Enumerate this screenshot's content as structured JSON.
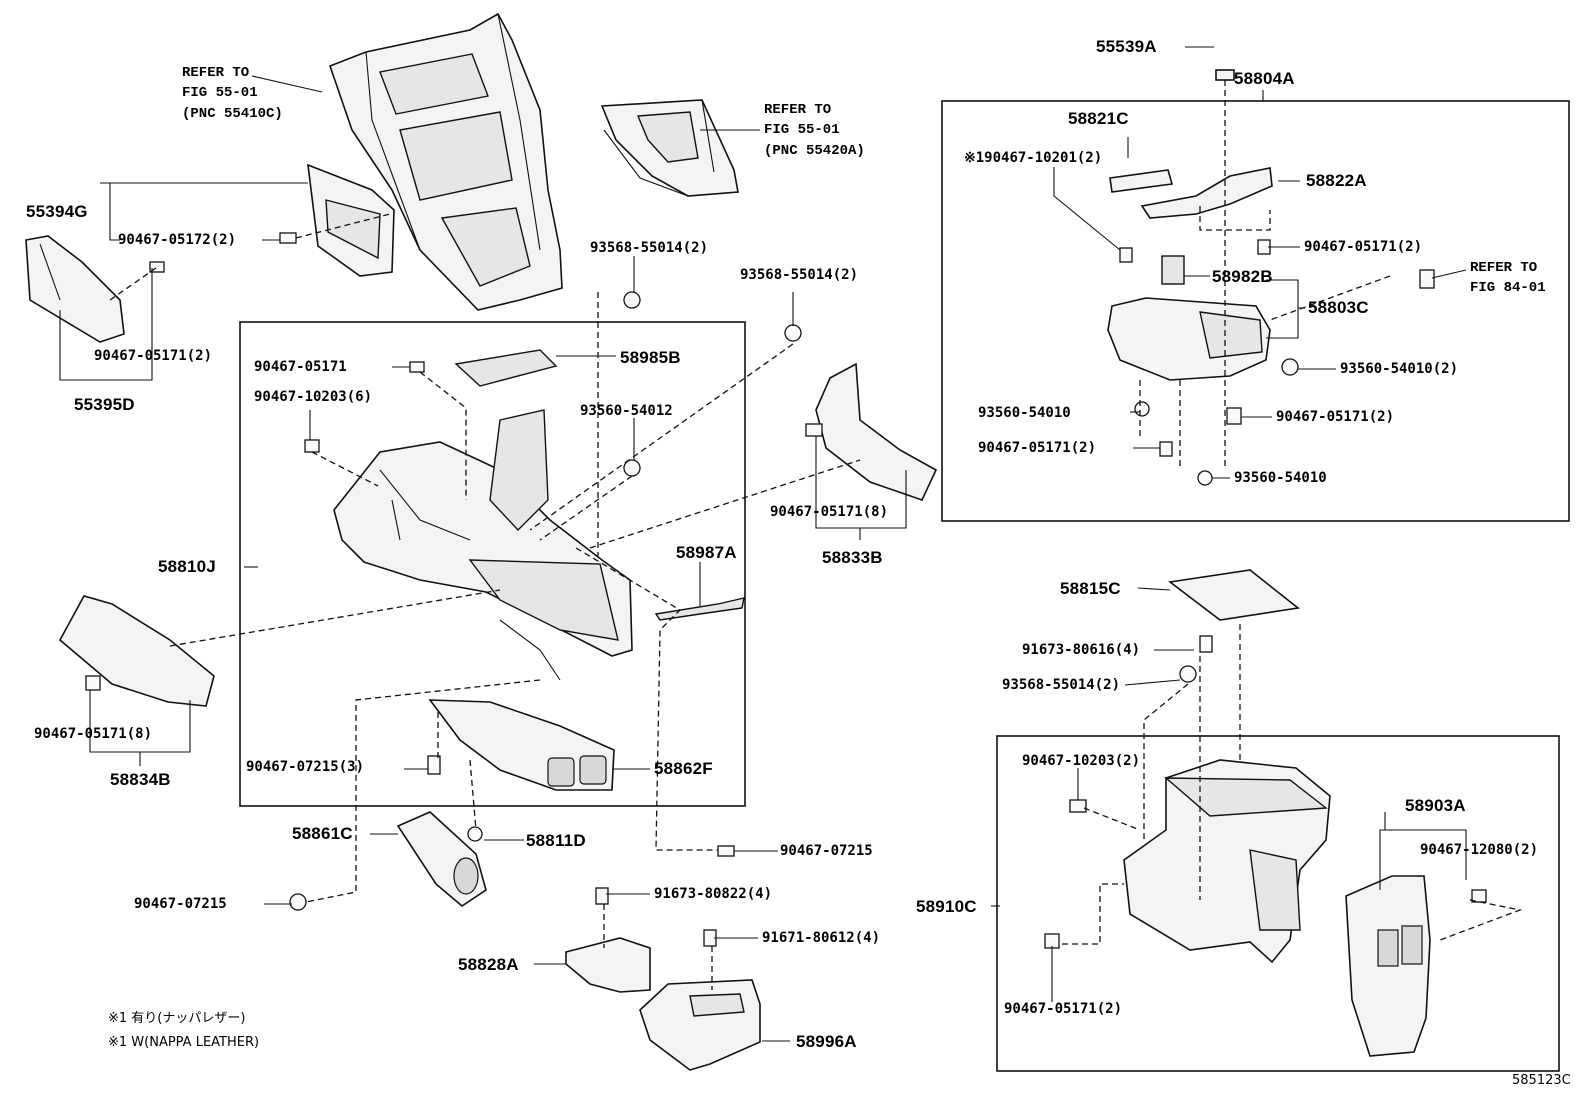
{
  "diagram_id": "585123C",
  "part_numbers": {
    "p55539A": "55539A",
    "p58804A": "58804A",
    "p58821C": "58821C",
    "p190467": "※190467-10201(2)",
    "p58822A": "58822A",
    "p90467_05171_2a": "90467-05171(2)",
    "p58982B": "58982B",
    "p58803C": "58803C",
    "p93560_54010_2": "93560-54010(2)",
    "p93560_54010_a": "93560-54010",
    "p90467_05171_2b": "90467-05171(2)",
    "p90467_05171_2c": "90467-05171(2)",
    "p93560_54010_b": "93560-54010",
    "p55394G": "55394G",
    "p90467_05172": "90467-05172(2)",
    "p90467_05171_2d": "90467-05171(2)",
    "p55395D": "55395D",
    "p93568_55014_2a": "93568-55014(2)",
    "p93568_55014_2b": "93568-55014(2)",
    "p90467_05171": "90467-05171",
    "p58985B": "58985B",
    "p90467_10203_6": "90467-10203(6)",
    "p93560_54012": "93560-54012",
    "p90467_05171_8a": "90467-05171(8)",
    "p58833B": "58833B",
    "p58810J": "58810J",
    "p58987A": "58987A",
    "p90467_05171_8b": "90467-05171(8)",
    "p58834B": "58834B",
    "p90467_07215_3": "90467-07215(3)",
    "p58862F": "58862F",
    "p58861C": "58861C",
    "p58811D": "58811D",
    "p90467_07215_a": "90467-07215",
    "p90467_07215_b": "90467-07215",
    "p91673_80822": "91673-80822(4)",
    "p91671_80612": "91671-80612(4)",
    "p58828A": "58828A",
    "p58996A": "58996A",
    "p58815C": "58815C",
    "p91673_80616": "91673-80616(4)",
    "p93568_55014_2c": "93568-55014(2)",
    "p90467_10203_2": "90467-10203(2)",
    "p58903A": "58903A",
    "p90467_12080": "90467-12080(2)",
    "p58910C": "58910C",
    "p90467_05171_2e": "90467-05171(2)"
  },
  "references": {
    "ref1": "REFER TO\nFIG 55-01\n(PNC 55410C)",
    "ref2": "REFER TO\nFIG 55-01\n(PNC 55420A)",
    "ref3": "REFER TO\nFIG 84-01"
  },
  "notes": {
    "note1": "※1 有り(ナッパレザー)",
    "note2": "※1 W(NAPPA LEATHER)"
  }
}
